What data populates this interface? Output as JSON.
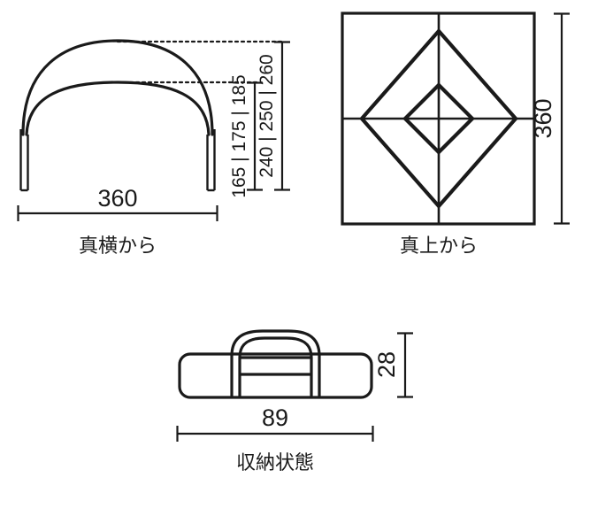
{
  "figure": {
    "type": "product-dimension-drawing",
    "unit_note": "",
    "line_color": "#1a1a1a",
    "background_color": "#ffffff"
  },
  "views": {
    "side": {
      "caption": "真横から",
      "dimensions": {
        "width_label": "360",
        "inner_height_label": "165 | 175 | 185",
        "outer_height_label": "240 | 250 | 260"
      }
    },
    "top": {
      "caption": "真上から",
      "dimensions": {
        "height_label": "360"
      }
    },
    "storage": {
      "caption": "収納状態",
      "dimensions": {
        "width_label": "89",
        "height_label": "28"
      }
    }
  },
  "chart_data": {
    "type": "table",
    "title": "",
    "categories": [
      "真横から",
      "真上から",
      "収納状態"
    ],
    "series": [
      {
        "name": "真横から",
        "values": [
          "360",
          "165 | 175 | 185",
          "240 | 250 | 260"
        ]
      },
      {
        "name": "真上から",
        "values": [
          "360"
        ]
      },
      {
        "name": "収納状態",
        "values": [
          "89",
          "28"
        ]
      }
    ]
  }
}
